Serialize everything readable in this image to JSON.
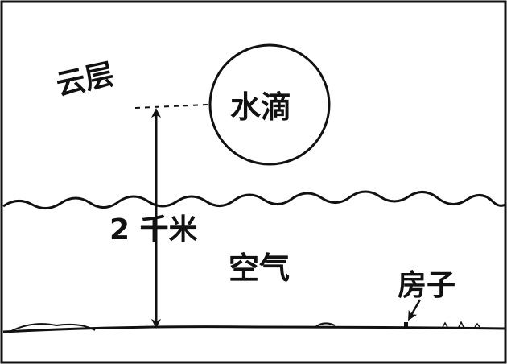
{
  "labels": {
    "cloud_layer": "云层",
    "water_drop": "水滴",
    "distance": "2 千米",
    "air": "空气",
    "house": "房子"
  },
  "colors": {
    "ink": "#111111",
    "background": "#ffffff"
  }
}
